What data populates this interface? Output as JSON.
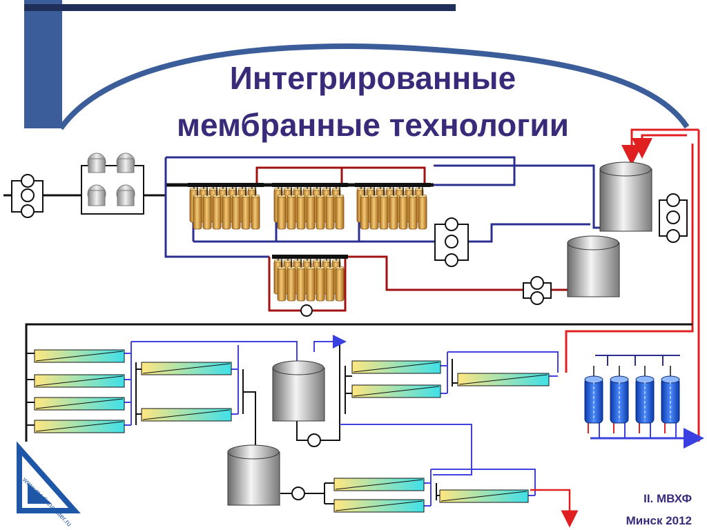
{
  "slide": {
    "title_line_1": "Интегрированные",
    "title_line_2": "мембранные технологии",
    "footer_line_1": "II. МВХФ",
    "footer_line_2": "Минск 2012",
    "logo_url": "www.mediana-filter.ru"
  },
  "colors": {
    "title": "#3a2a7a",
    "frame_band": "#3b5e9a",
    "pipe_blue": "#2a2f8f",
    "pipe_darkred": "#a01010",
    "pipe_red": "#e02020",
    "pipe_black": "#111111",
    "membrane_light": "#ffe680",
    "membrane_cyan": "#40e0e8",
    "cartridge": "#1f5fd6",
    "filter_gold": "#d9a443"
  },
  "components": {
    "pump_icon": "pump-icon",
    "prefilter_icon": "prefilter-housing-icon",
    "cartridge_filter_icon": "cartridge-filter-bank-icon",
    "tank_icon": "storage-tank-icon",
    "membrane_icon": "membrane-module-icon",
    "ion_exchange_icon": "ion-exchange-column-icon"
  }
}
